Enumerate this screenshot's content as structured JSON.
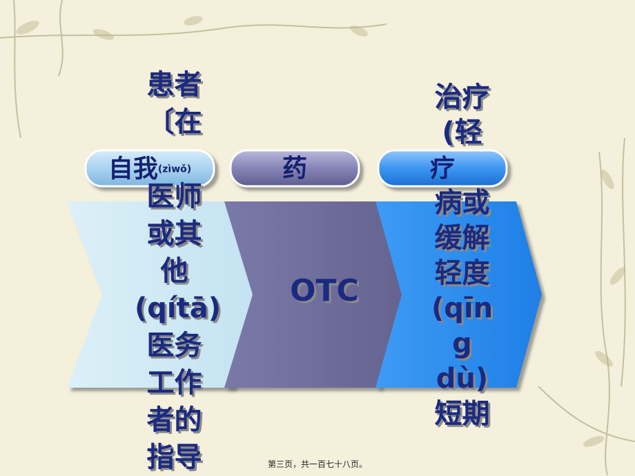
{
  "pills": [
    {
      "main": "自我",
      "ruby": "(zìwǒ)"
    },
    {
      "main": "药",
      "ruby": ""
    },
    {
      "main": "疗",
      "ruby": ""
    }
  ],
  "arrows": [
    {
      "label": ""
    },
    {
      "label": "OTC"
    },
    {
      "label": ""
    }
  ],
  "left_text": "患者\n〔在\n\n医师\n或其\n他\n(qítā)\n医务\n工作\n者的\n指导",
  "right_text": "治疗\n(轻\n\n病或\n缓解\n轻度\n(qīn\ng\ndù)\n短期",
  "footer": "第三页，共一百七十八页。",
  "colors": {
    "background": "#f4f0dc",
    "arrow1": "#cfe7f3",
    "arrow2": "#6f6d9e",
    "arrow3": "#2f8ef0",
    "pill1": "#a9d3ef",
    "pill2": "#8584b5",
    "pill3": "#3d95f2",
    "text": "#1b2a80"
  }
}
